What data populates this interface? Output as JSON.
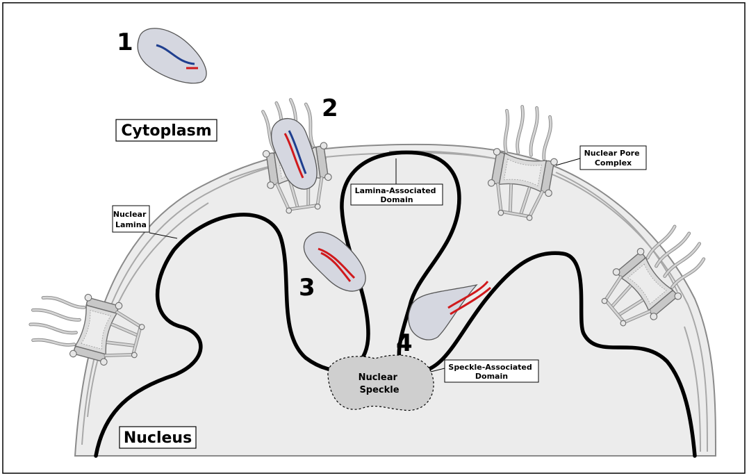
{
  "labels": {
    "step1": "1",
    "step2": "2",
    "step3": "3",
    "step4": "4",
    "cytoplasm": "Cytoplasm",
    "nucleus": "Nucleus",
    "nuclear_lamina": [
      "Nuclear",
      "Lamina"
    ],
    "lamina_associated_domain": [
      "Lamina-Associated",
      "Domain"
    ],
    "nuclear_pore_complex": [
      "Nuclear Pore",
      "Complex"
    ],
    "speckle_associated_domain": [
      "Speckle-Associated",
      "Domain"
    ],
    "nuclear_speckle": [
      "Nuclear",
      "Speckle"
    ]
  },
  "colors": {
    "nucleus_fill": "#ececec",
    "vesicle_fill": "#d5d7e0",
    "pore_fill": "#bdbdbd",
    "speckle_fill": "#cfcfcf",
    "rna_blue": "#1f3f8f",
    "rna_red": "#d0191c",
    "chromatin": "#000000"
  }
}
